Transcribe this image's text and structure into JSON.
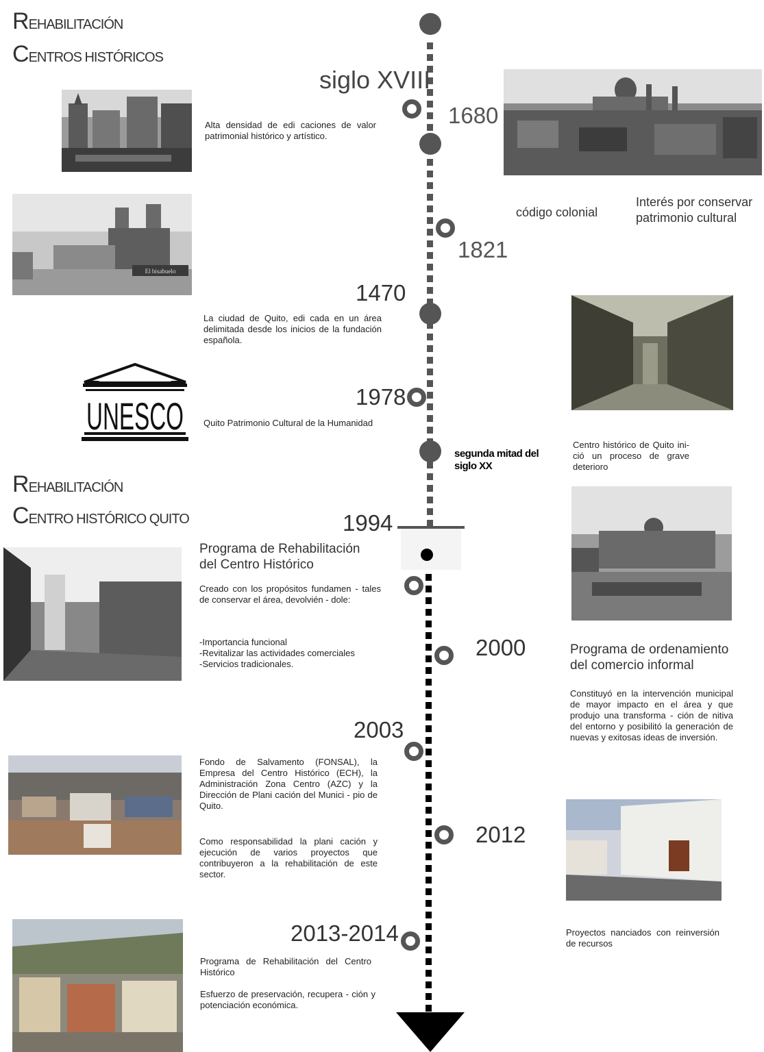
{
  "headers": {
    "rehab1": {
      "cap": "R",
      "rest": "EHABILITACIÓN"
    },
    "centros": {
      "cap": "C",
      "rest": "ENTROS HISTÓRICOS"
    },
    "rehab2": {
      "cap": "R",
      "rest": "EHABILITACIÓN"
    },
    "centro_quito": {
      "cap": "C",
      "rest": "ENTRO HISTÓRICO QUITO"
    }
  },
  "labels": {
    "siglo_xviii": "siglo XVIII",
    "y1680": "1680",
    "codigo_colonial": "código colonial",
    "interes": "Interés por conservar patrimonio cultural",
    "y1821": "1821",
    "y1470": "1470",
    "y1978": "1978",
    "segunda_mitad": "segunda mitad del siglo XX",
    "y1994": "1994",
    "y2000": "2000",
    "y2003": "2003",
    "y2012": "2012",
    "y2013": "2013-2014",
    "unesco": "UNESCO",
    "el_bisabuelo": "El bisabuelo"
  },
  "texts": {
    "alta_densidad": "Alta densidad de edi caciones de valor patrimonial histórico y artístico.",
    "quito_1470": "La ciudad de Quito, edi cada en un área delimitada desde los inicios de la fundación española.",
    "patrimonio": "Quito Patrimonio Cultural de la Humanidad",
    "deterioro": "Centro histórico de Quito ini- ció un proceso de grave deterioro",
    "programa_title": "Programa de Rehabilitación del Centro Histórico",
    "programa_body": "Creado con los propósitos fundamen - tales de conservar el área, devolvién - dole:",
    "bullet1": "-Importancia funcional",
    "bullet2": "-Revitalizar las actividades comerciales",
    "bullet3": "-Servicios tradicionales.",
    "ordenamiento_title": "Programa de ordenamiento del comercio informal",
    "ordenamiento_body": "Constituyó en la intervención municipal de mayor impacto en el área y que produjo una transforma - ción de nitiva del entorno y posibilitó la generación de nuevas y exitosas ideas de inversión.",
    "fonsal": "Fondo de Salvamento (FONSAL), la Empresa del Centro Histórico (ECH), la Administración Zona Centro (AZC) y la Dirección de Plani cación del Munici - pio de Quito.",
    "responsabilidad": "Como responsabilidad la plani cación y ejecución de varios proyectos que contribuyeron a la rehabilitación de este sector.",
    "programa2_title": "Programa de Rehabilitación del Centro Histórico",
    "esfuerzo": "Esfuerzo de preservación, recupera - ción y potenciación económica.",
    "proyectos": "Proyectos nanciados con reinversión de recursos"
  },
  "colors": {
    "timeline_gray": "#555555",
    "timeline_black": "#000000"
  }
}
